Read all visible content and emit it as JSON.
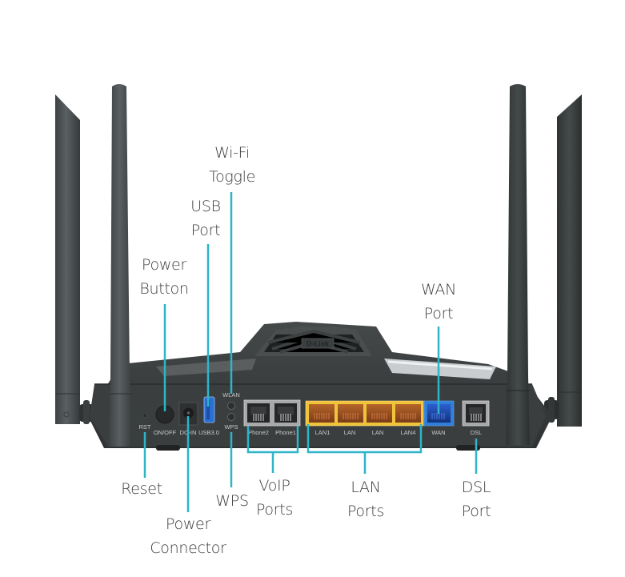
{
  "diagram": {
    "subject": "Router rear panel",
    "brand_logo": "D-Link",
    "colors": {
      "callout_line": "#2fb4c8",
      "body": "#3a3d3e",
      "antenna": "#4a4f50",
      "lan_port": "#f0c43a",
      "wan_port": "#2f7ed8",
      "phone_port": "#a8a8a8",
      "usb_port": "#2a6fd6",
      "label_text": "#3c3c3c"
    },
    "panel_labels": {
      "rst": "RST",
      "on_off": "ON/OFF",
      "dc_in": "DC-IN",
      "usb": "USB3.0",
      "wlan": "WLAN",
      "wps": "WPS",
      "phone2": "Phone2",
      "phone1": "Phone1",
      "lan1": "LAN1",
      "lan2": "LAN",
      "lan3": "LAN",
      "lan4": "LAN4",
      "wan": "WAN",
      "dsl": "DSL"
    },
    "callouts": {
      "wifi_toggle": [
        "Wi-Fi",
        "Toggle"
      ],
      "usb_port": [
        "USB",
        "Port"
      ],
      "power_button": [
        "Power",
        "Button"
      ],
      "wan_port": [
        "WAN",
        "Port"
      ],
      "reset": [
        "Reset"
      ],
      "power_connector": [
        "Power",
        "Connector"
      ],
      "wps": [
        "WPS"
      ],
      "voip_ports": [
        "VoIP",
        "Ports"
      ],
      "lan_ports": [
        "LAN",
        "Ports"
      ],
      "dsl_port": [
        "DSL",
        "Port"
      ]
    }
  }
}
